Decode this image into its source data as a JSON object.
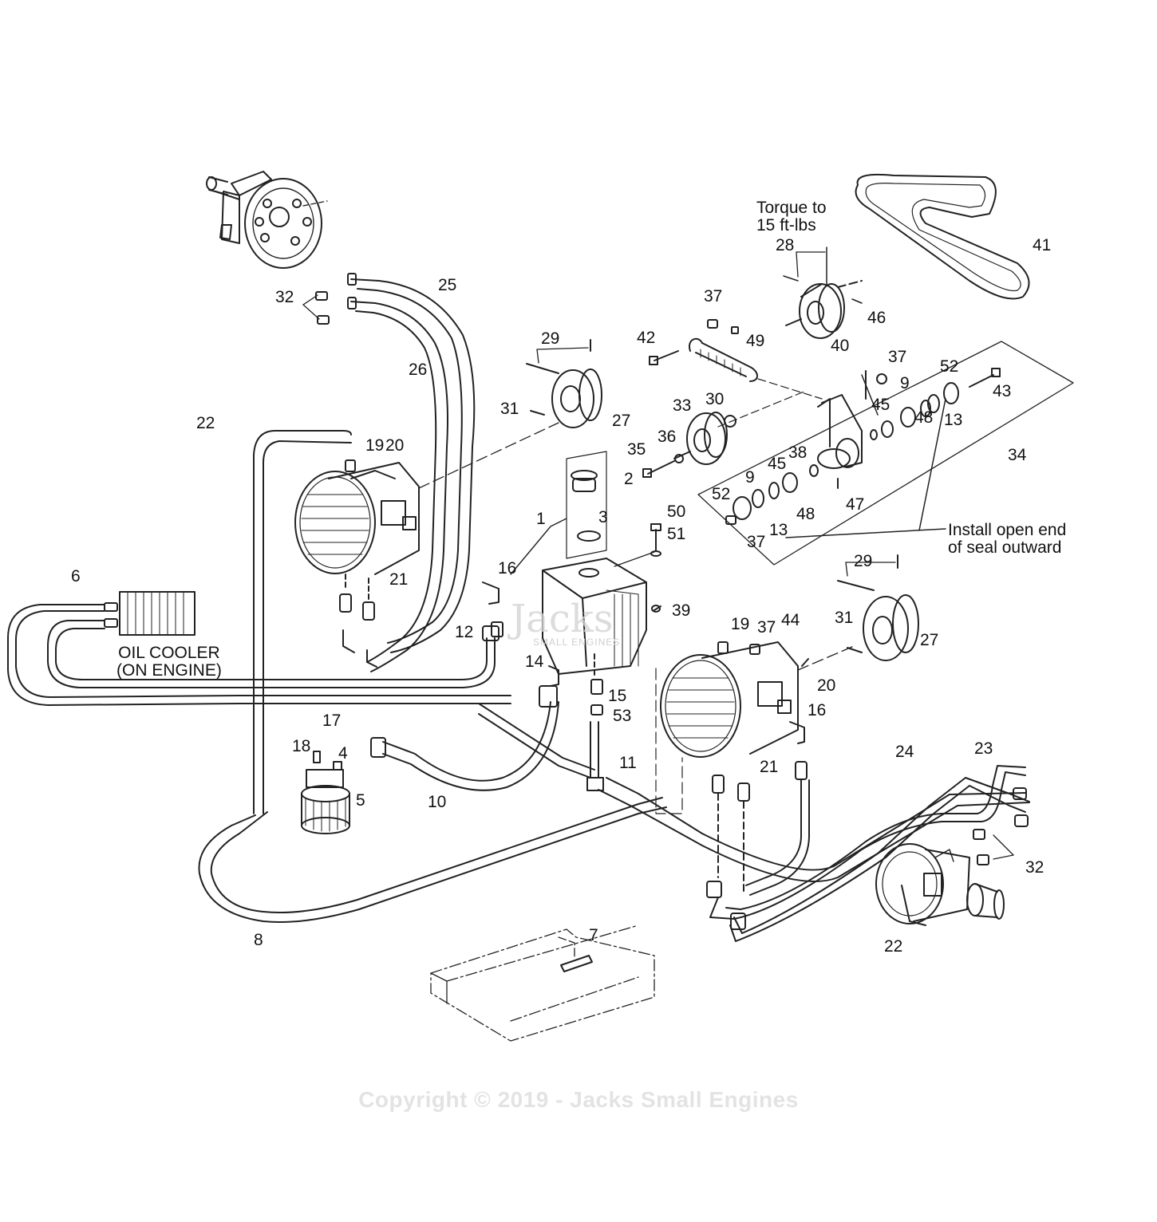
{
  "diagram": {
    "notes": {
      "torque": [
        "Torque to",
        "15 ft-lbs"
      ],
      "oil_cooler": [
        "OIL COOLER",
        "(ON ENGINE)"
      ],
      "seal": [
        "Install open end",
        "of seal outward"
      ]
    },
    "callouts": {
      "c1": "1",
      "c2": "2",
      "c3": "3",
      "c4": "4",
      "c5": "5",
      "c6": "6",
      "c7": "7",
      "c8": "8",
      "c9a": "9",
      "c9b": "9",
      "c10": "10",
      "c11": "11",
      "c12": "12",
      "c13a": "13",
      "c13b": "13",
      "c14": "14",
      "c15": "15",
      "c16a": "16",
      "c16b": "16",
      "c17": "17",
      "c18": "18",
      "c19a": "19",
      "c19b": "19",
      "c20a": "20",
      "c20b": "20",
      "c21a": "21",
      "c21b": "21",
      "c22a": "22",
      "c22b": "22",
      "c23": "23",
      "c24": "24",
      "c25": "25",
      "c26": "26",
      "c27a": "27",
      "c27b": "27",
      "c28": "28",
      "c29a": "29",
      "c29b": "29",
      "c30": "30",
      "c31a": "31",
      "c31b": "31",
      "c32a": "32",
      "c32b": "32",
      "c33": "33",
      "c34": "34",
      "c35": "35",
      "c36": "36",
      "c37a": "37",
      "c37b": "37",
      "c37c": "37",
      "c37d": "37",
      "c38": "38",
      "c39": "39",
      "c40": "40",
      "c41": "41",
      "c42": "42",
      "c43": "43",
      "c44": "44",
      "c45a": "45",
      "c45b": "45",
      "c46": "46",
      "c47": "47",
      "c48a": "48",
      "c48b": "48",
      "c49": "49",
      "c50": "50",
      "c51": "51",
      "c52a": "52",
      "c52b": "52",
      "c53": "53"
    },
    "logo": "Jacks",
    "logo_sub": "SMALL ENGINES",
    "watermark": "Copyright © 2019 - Jacks Small Engines"
  }
}
